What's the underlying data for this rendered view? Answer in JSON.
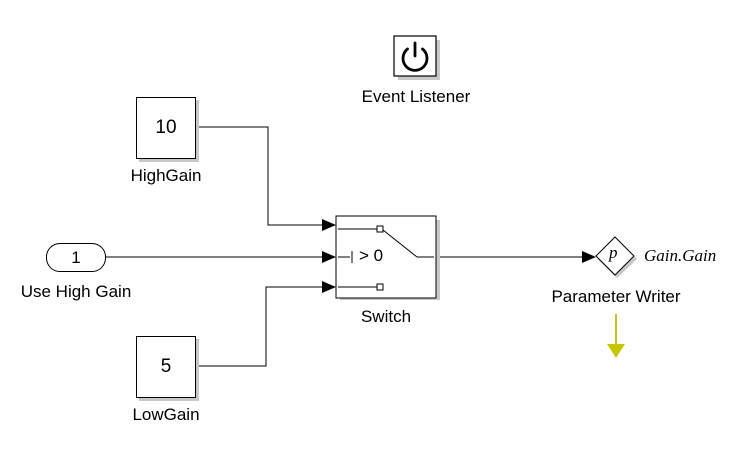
{
  "blocks": {
    "event_listener": {
      "label": "Event Listener"
    },
    "high_gain": {
      "value": "10",
      "label": "HighGain"
    },
    "low_gain": {
      "value": "5",
      "label": "LowGain"
    },
    "inport": {
      "value": "1",
      "label": "Use High Gain"
    },
    "switch": {
      "label": "Switch",
      "condition": "> 0"
    },
    "parameter_writer": {
      "symbol": "p",
      "parameter": "Gain.Gain",
      "label": "Parameter Writer"
    }
  },
  "colors": {
    "line": "#000000",
    "shadow": "#c8c8c8",
    "event_arrow": "#c8c800"
  }
}
